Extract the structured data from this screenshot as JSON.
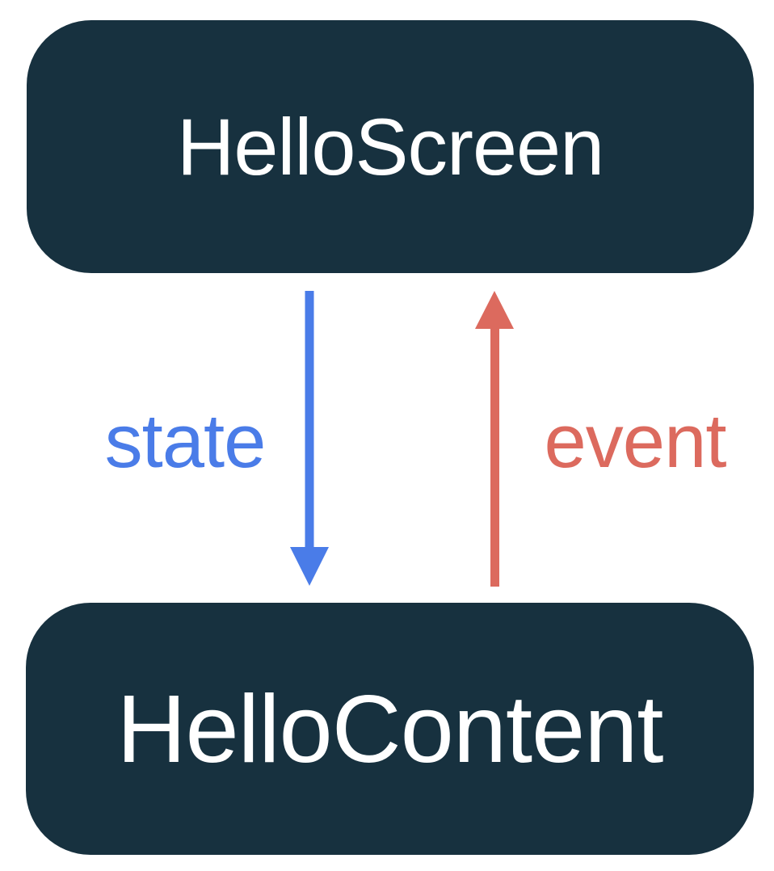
{
  "page": {
    "background": "#FFFFFF"
  },
  "nodes": {
    "screen": {
      "label": "HelloScreen"
    },
    "content": {
      "label": "HelloContent"
    }
  },
  "arrows": {
    "state": {
      "label": "state",
      "direction": "down"
    },
    "event": {
      "label": "event",
      "direction": "up"
    }
  },
  "colors": {
    "node_background": "#17313F",
    "node_text": "#FFFFFF",
    "state_blue": "#4A7CE8",
    "event_red": "#DC6A5E"
  }
}
